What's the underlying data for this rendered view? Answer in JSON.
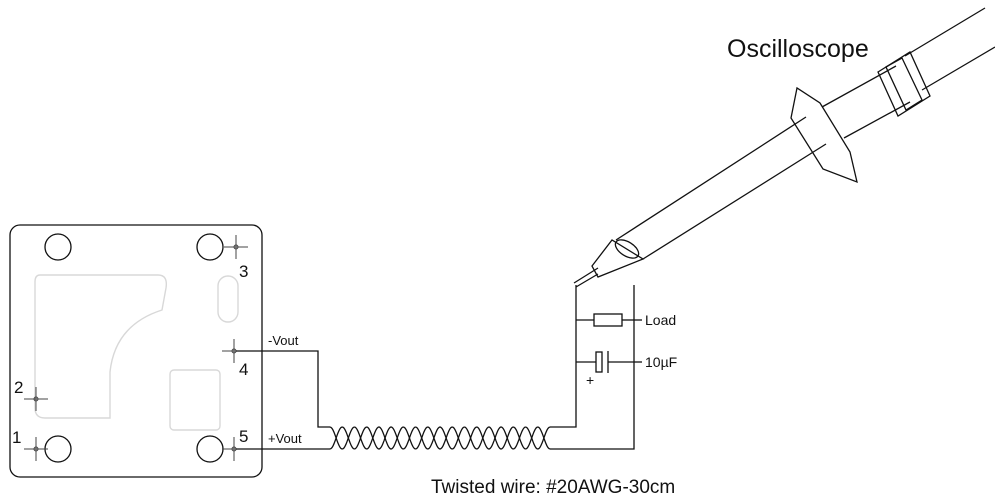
{
  "diagram": {
    "probe_label": "Oscilloscope",
    "wire_label": "Twisted wire: #20AWG-30cm",
    "load_label": "Load",
    "cap_label": "10µF",
    "cap_polarity": "+",
    "vout_neg_label": "-Vout",
    "vout_pos_label": "+Vout",
    "pins": {
      "p1": "1",
      "p2": "2",
      "p3": "3",
      "p4": "4",
      "p5": "5"
    }
  }
}
